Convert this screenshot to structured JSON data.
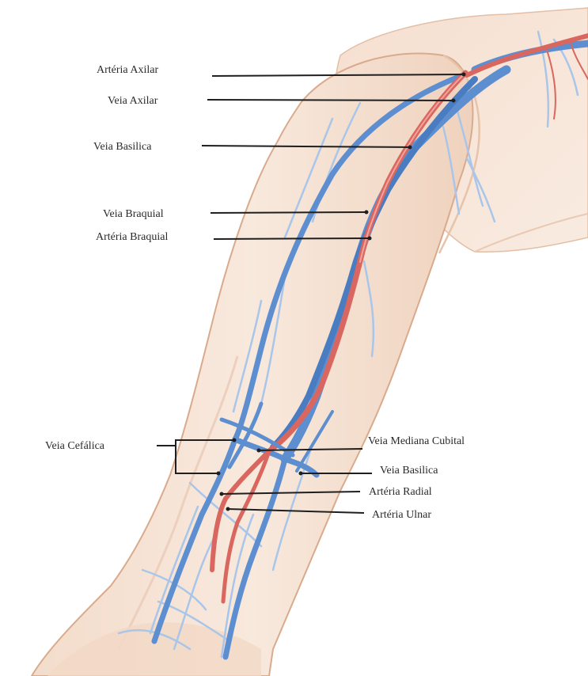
{
  "figure": {
    "colors": {
      "skin_light": "#f6e3d4",
      "skin_mid": "#efcfb6",
      "skin_edge": "#d9aa8c",
      "vein": "#5d8fd0",
      "vein_light": "#a9c6ea",
      "vein_dark": "#3d6fb3",
      "artery": "#d9675f",
      "artery_light": "#f0a39c",
      "leader": "#1f1f1f"
    },
    "labels": {
      "arteria_axilar": "Artéria Axilar",
      "veia_axilar": "Veia Axilar",
      "veia_basilica_upper": "Veia Basilica",
      "veia_braquial": "Veia Braquial",
      "arteria_braquial": "Artéria Braquial",
      "veia_cefalica": "Veia Cefálica",
      "veia_mediana_cubital": "Veia Mediana Cubital",
      "veia_basilica_lower": "Veia Basilica",
      "arteria_radial": "Artéria Radial",
      "arteria_ulnar": "Artéria Ulnar"
    }
  }
}
